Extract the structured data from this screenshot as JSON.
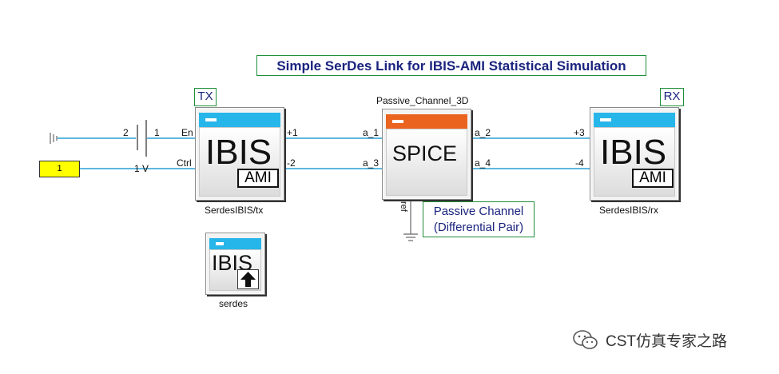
{
  "title": "Simple SerDes Link for IBIS-AMI Statistical Simulation",
  "tags": {
    "tx": "TX",
    "rx": "RX"
  },
  "channel_note": {
    "line1": "Passive Channel",
    "line2": "(Differential Pair)"
  },
  "source": {
    "pin_left": "2",
    "pin_right": "1",
    "voltage": "1 V"
  },
  "constant_block": {
    "value": "1"
  },
  "tx": {
    "big": "IBIS",
    "small": "AMI",
    "caption": "SerdesIBIS/tx",
    "in_en": "En",
    "in_ctrl": "Ctrl",
    "out_plus": "+1",
    "out_minus": "-2"
  },
  "channel": {
    "top_label": "Passive_Channel_3D",
    "big": "SPICE",
    "a1": "a_1",
    "a3": "a_3",
    "a2": "a_2",
    "a4": "a_4",
    "ref": "ref"
  },
  "rx": {
    "big": "IBIS",
    "small": "AMI",
    "caption": "SerdesIBIS/rx",
    "in_plus": "+3",
    "in_minus": "-4"
  },
  "serdes": {
    "big": "IBIS",
    "caption": "serdes"
  },
  "watermark": "CST仿真专家之路",
  "colors": {
    "wire": "#2a9fd6",
    "block_header_ibis": "#27b6ea",
    "block_header_spice": "#ea6420",
    "frame": "#1e8f3a",
    "title_text": "#1a237e",
    "constant_fill": "#ffff00"
  }
}
